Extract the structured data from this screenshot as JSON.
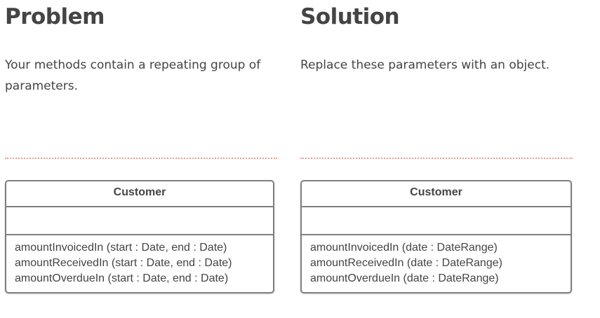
{
  "problem": {
    "title": "Problem",
    "description": "Your methods contain a repeating group of parameters.",
    "class_name": "Customer",
    "methods": [
      "amountInvoicedIn (start : Date, end : Date)",
      "amountReceivedIn (start : Date, end : Date)",
      "amountOverdueIn (start : Date, end : Date)"
    ]
  },
  "solution": {
    "title": "Solution",
    "description": "Replace these parameters with an object.",
    "class_name": "Customer",
    "methods": [
      "amountInvoicedIn (date : DateRange)",
      "amountReceivedIn (date : DateRange)",
      "amountOverdueIn (date : DateRange)"
    ]
  },
  "colors": {
    "divider": "#d9a29a",
    "box_border": "#7f7f7f",
    "text": "#444444"
  }
}
